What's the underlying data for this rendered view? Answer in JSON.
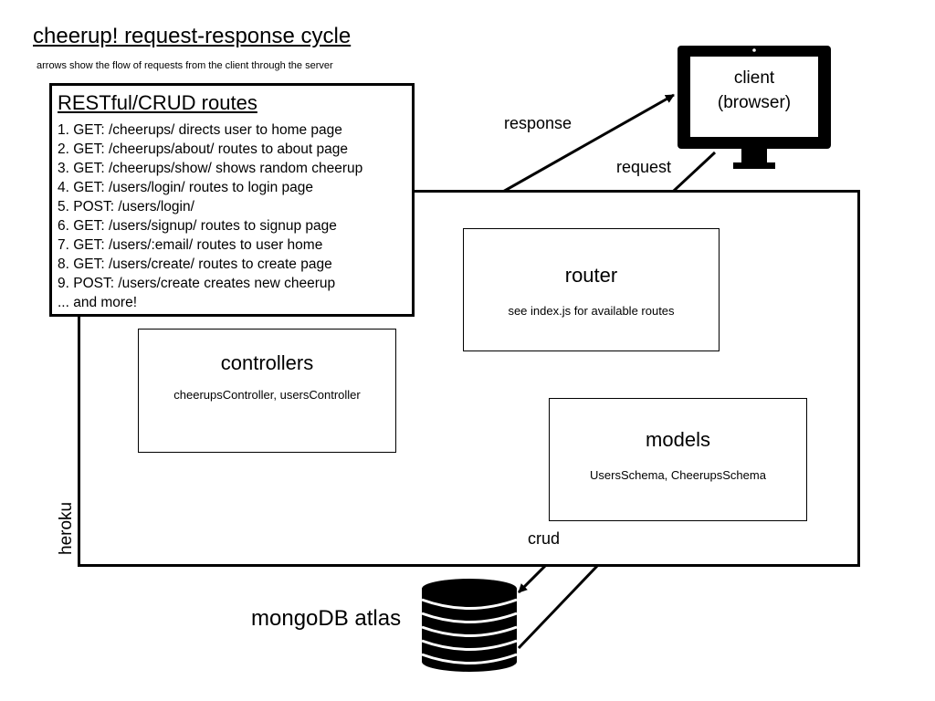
{
  "title": "cheerup! request-response cycle",
  "subtitle": "arrows show the flow of requests from the client through the server",
  "routes": {
    "title": "RESTful/CRUD routes",
    "items": [
      "1. GET: /cheerups/ directs user to home page",
      "2. GET: /cheerups/about/ routes to about page",
      "3. GET: /cheerups/show/ shows random cheerup",
      "4. GET: /users/login/ routes to login page",
      "5. POST: /users/login/",
      "6. GET: /users/signup/ routes to signup page",
      "7. GET: /users/:email/ routes to user home",
      "8. GET: /users/create/ routes to create page",
      "9. POST: /users/create creates new cheerup",
      "... and more!"
    ]
  },
  "client": {
    "line1": "client",
    "line2": "(browser)"
  },
  "heroku": "heroku",
  "router": {
    "title": "router",
    "subtitle": "see index.js for available routes"
  },
  "controllers": {
    "title": "controllers",
    "subtitle": "cheerupsController, usersController"
  },
  "models": {
    "title": "models",
    "subtitle": "UsersSchema, CheerupsSchema"
  },
  "database": {
    "label": "mongoDB atlas"
  },
  "arrows": {
    "response": "response",
    "request": "request",
    "crud": "crud"
  }
}
